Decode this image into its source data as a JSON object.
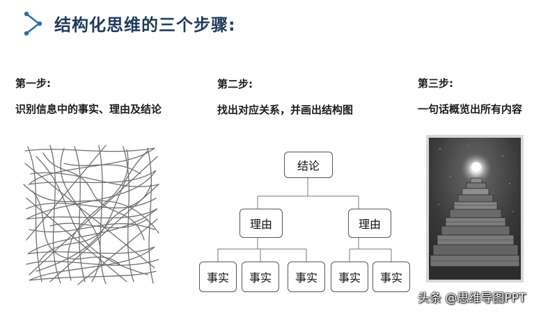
{
  "title": "结构化思维的三个步骤:",
  "steps": [
    {
      "label": "第一步:",
      "desc": "识别信息中的事实、理由及结论"
    },
    {
      "label": "第二步:",
      "desc": "找出对应关系，并画出结构图"
    },
    {
      "label": "第三步:",
      "desc": "一句话概览出所有内容"
    }
  ],
  "tree": {
    "root": "结论",
    "reasons": [
      "理由",
      "理由"
    ],
    "facts": [
      "事实",
      "事实",
      "事实",
      "事实",
      "事实"
    ]
  },
  "watermark": "头条 @思维导图PPT",
  "colors": {
    "title": "#1f3a5a",
    "accent": "#2b6cb0"
  }
}
